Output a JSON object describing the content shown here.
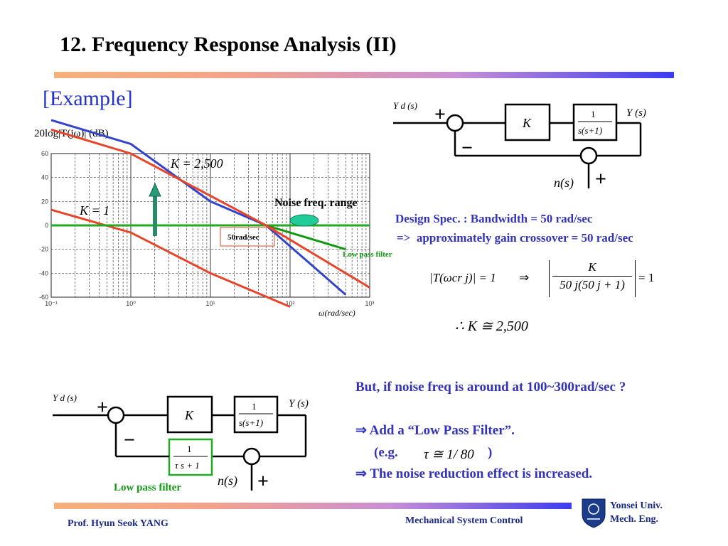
{
  "title": "12. Frequency Response Analysis (II)",
  "example_label": "[Example]",
  "plot": {
    "ylabel": "20log|T(jω)| (dB)",
    "xlabel": "ω(rad/sec)",
    "y_ticks": [
      "60",
      "40",
      "20",
      "0",
      "-20",
      "-40",
      "-60"
    ],
    "x_ticks": [
      "10⁻¹",
      "10⁰",
      "10¹",
      "10²",
      "10³"
    ],
    "k_high_label": "K = 2,500",
    "k_low_label": "K = 1",
    "noise_label": "Noise freq. range",
    "bw_label": "50rad/sec",
    "lpf_label": "Low pass filter"
  },
  "chart_data": {
    "type": "line",
    "xscale": "log",
    "xlim": [
      0.1,
      1000
    ],
    "ylim": [
      -60,
      60
    ],
    "xlabel": "ω(rad/sec)",
    "ylabel": "20log|T(jω)| (dB)",
    "grid": true,
    "series": [
      {
        "name": "K = 2,500",
        "x": [
          0.1,
          1,
          10,
          50,
          500
        ],
        "y": [
          88,
          68,
          20,
          0,
          -58
        ]
      },
      {
        "name": "K = 1",
        "x": [
          0.1,
          1,
          10,
          100
        ],
        "y": [
          13,
          -6,
          -40,
          -68
        ]
      },
      {
        "x": [
          0.1,
          50,
          1000
        ],
        "y": [
          0,
          0,
          0
        ]
      },
      {
        "name": "Low pass filter",
        "x": [
          50,
          500
        ],
        "y": [
          0,
          -20
        ]
      }
    ],
    "annotations": [
      "K = 2,500",
      "K = 1",
      "Noise freq. range",
      "50rad/sec",
      "Low pass filter"
    ]
  },
  "diagram1": {
    "input": "Y d (s)",
    "plus": "+",
    "minus": "−",
    "gain": "K",
    "plant_num": "1",
    "plant_den": "s(s+1)",
    "output": "Y (s)",
    "noise": "n(s)",
    "noise_plus": "+"
  },
  "design_spec": "Design Spec. : Bandwidth = 50 rad/sec",
  "crossover": "=>  approximately gain crossover = 50 rad/sec",
  "equation": {
    "lhs": "|T(ωcr j)| = 1",
    "arrow": "⇒",
    "num": "K",
    "den": "50 j(50 j + 1)",
    "rhs": "= 1"
  },
  "result": "∴ K ≅ 2,500",
  "diagram2": {
    "input": "Y d (s)",
    "plus": "+",
    "minus": "−",
    "gain": "K",
    "plant_num": "1",
    "plant_den": "s(s+1)",
    "output": "Y (s)",
    "filter_num": "1",
    "filter_den": "τ s + 1",
    "noise": "n(s)",
    "noise_plus": "+",
    "filter_label": "Low pass filter"
  },
  "notes": {
    "question": "But, if noise freq is around at 100~300rad/sec ?",
    "line1": "⇒ Add a “Low Pass Filter”.",
    "line2_prefix": "(e.g.",
    "line2_value": "τ ≅ 1/ 80",
    "line2_suffix": ")",
    "line3": "⇒ The noise reduction effect is increased."
  },
  "footer": {
    "left": "Prof. Hyun Seok YANG",
    "center": "Mechanical System Control",
    "right_line1": "Yonsei Univ.",
    "right_line2": "Mech. Eng."
  }
}
